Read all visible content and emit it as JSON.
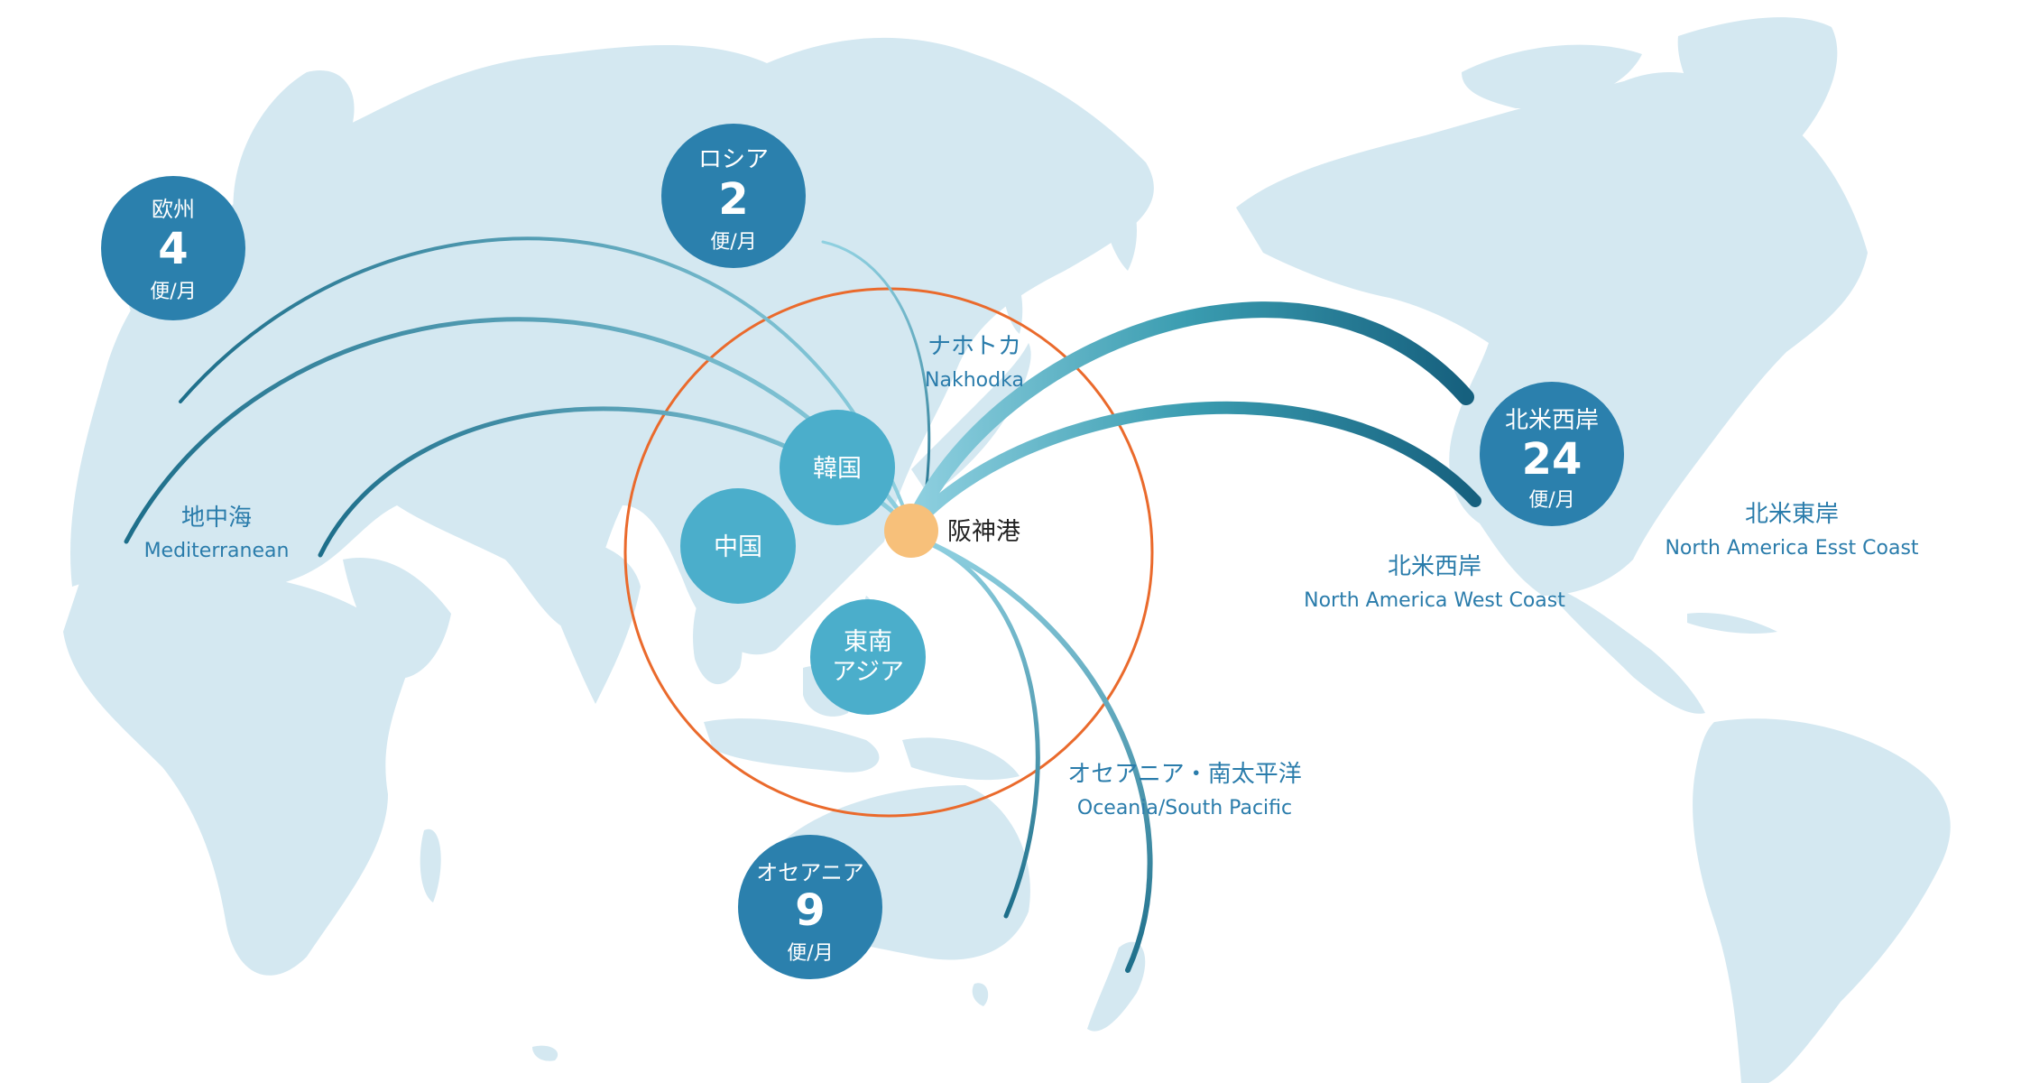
{
  "colors": {
    "land": "#d4e8f1",
    "ring": "#ea6a2c",
    "hub": "#f7c07a",
    "bubble_dark": "#2b80ad",
    "bubble_light": "#4baecb",
    "label_text": "#2a7cab",
    "arc_dark": "#1d6e8a",
    "arc_light": "#8fd0e0"
  },
  "hub": {
    "name": "阪神港"
  },
  "regions": {
    "korea": "韓国",
    "china": "中国",
    "sea_line1": "東南",
    "sea_line2": "アジア"
  },
  "bubbles": {
    "europe": {
      "name": "欧州",
      "count": "4",
      "unit": "便/月"
    },
    "russia": {
      "name": "ロシア",
      "count": "2",
      "unit": "便/月"
    },
    "na_west": {
      "name": "北米西岸",
      "count": "24",
      "unit": "便/月"
    },
    "oceania": {
      "name": "オセアニア",
      "count": "9",
      "unit": "便/月"
    }
  },
  "destinations": {
    "nakhodka": {
      "ja": "ナホトカ",
      "en": "Nakhodka"
    },
    "mediterranean": {
      "ja": "地中海",
      "en": "Mediterranean"
    },
    "na_west": {
      "ja": "北米西岸",
      "en": "North America West Coast"
    },
    "na_east": {
      "ja": "北米東岸",
      "en": "North America Esst Coast"
    },
    "oceania": {
      "ja": "オセアニア・南太平洋",
      "en": "Oceania/South Pacific"
    }
  }
}
